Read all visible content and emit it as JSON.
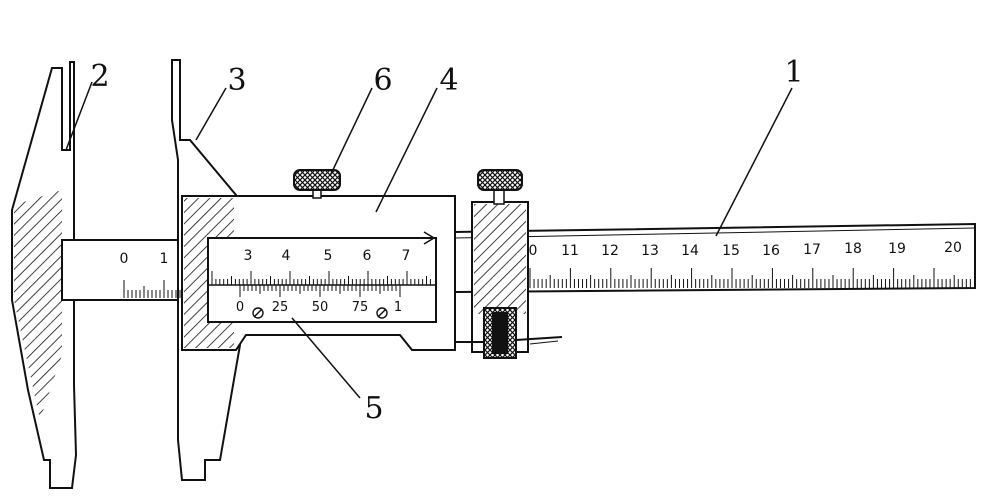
{
  "colors": {
    "ink": "#111111",
    "paper": "#ffffff"
  },
  "callouts": [
    {
      "id": "1",
      "label": "1"
    },
    {
      "id": "2",
      "label": "2"
    },
    {
      "id": "3",
      "label": "3"
    },
    {
      "id": "4",
      "label": "4"
    },
    {
      "id": "5",
      "label": "5"
    },
    {
      "id": "6",
      "label": "6"
    }
  ],
  "main_scale": {
    "labels_left": [
      "0",
      "1"
    ],
    "labels_right": [
      "0",
      "11",
      "12",
      "13",
      "14",
      "15",
      "16",
      "17",
      "18",
      "19",
      "20"
    ]
  },
  "window_scale": {
    "upper_labels": [
      "3",
      "4",
      "5",
      "6",
      "7"
    ],
    "lower_labels": [
      "0",
      "25",
      "50",
      "75",
      "1"
    ]
  }
}
